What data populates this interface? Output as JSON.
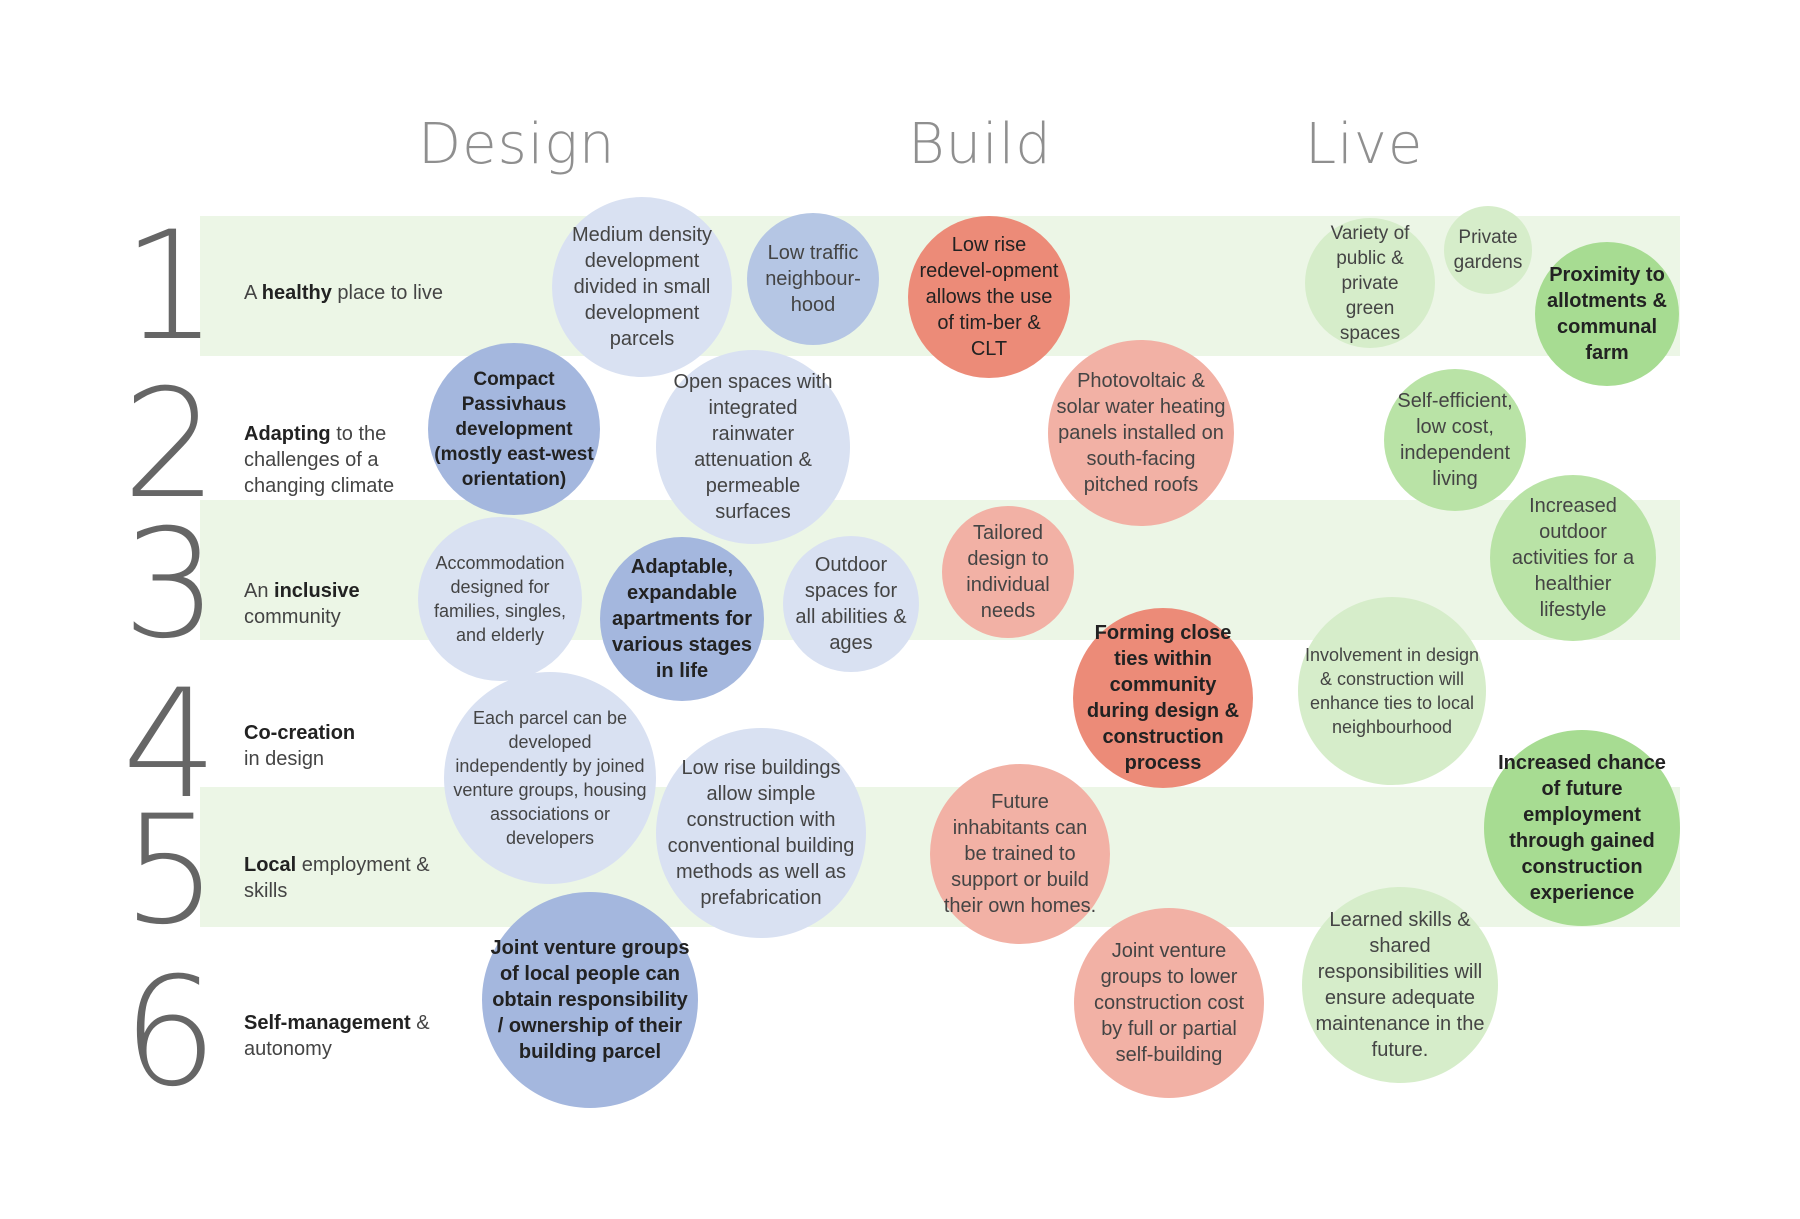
{
  "columns": [
    "Design",
    "Build",
    "Live"
  ],
  "rows": [
    {
      "num": "1",
      "bold": "healthy",
      "pre": "A ",
      "post": " place to live"
    },
    {
      "num": "2",
      "bold": "Adapting",
      "pre": "",
      "post": " to the challenges of  a changing climate"
    },
    {
      "num": "3",
      "bold": "inclusive",
      "pre": "An ",
      "post": " community"
    },
    {
      "num": "4",
      "bold": "Co-creation",
      "pre": "",
      "post": " in design"
    },
    {
      "num": "5",
      "bold": "Local",
      "pre": "",
      "post": " employment & skills"
    },
    {
      "num": "6",
      "bold": "Self-management",
      "pre": "",
      "post": " & autonomy"
    }
  ],
  "bubbles": [
    {
      "text": "Medium density development divided in small development parcels",
      "color": "#d9e1f2",
      "emphasis": false
    },
    {
      "text": "Low traffic neighbour-hood",
      "color": "#b5c6e4",
      "emphasis": false
    },
    {
      "text": "Low rise redevel-opment allows the use of tim-ber & CLT",
      "color": "#ec8b78",
      "emphasis": false
    },
    {
      "text": "Variety of public & private green spaces",
      "color": "#d6edca",
      "emphasis": false
    },
    {
      "text": "Private gardens",
      "color": "#d6edca",
      "emphasis": false
    },
    {
      "text": "Proximity to allotments & communal farm",
      "color": "#a7dc92",
      "emphasis": true
    },
    {
      "text": "Compact Passivhaus development (mostly east-west orientation)",
      "color": "#a4b7de",
      "emphasis": true
    },
    {
      "text": "Open spaces with integrated rainwater attenuation & permeable surfaces",
      "color": "#d9e1f2",
      "emphasis": false
    },
    {
      "text": "Photovoltaic & solar water heating panels installed on south-facing pitched roofs",
      "color": "#f5c6bc",
      "emphasis": false
    },
    {
      "text": "Self-efficient, low cost, independent living",
      "color": "#b9e3a6",
      "emphasis": false
    },
    {
      "text": "Accommodation designed for families, singles, and elderly",
      "color": "#d9e1f2",
      "emphasis": false
    },
    {
      "text": "Adaptable, expandable apartments for various stages in life",
      "color": "#a4b7de",
      "emphasis": true
    },
    {
      "text": "Outdoor spaces for all abilities & ages",
      "color": "#d9e1f2",
      "emphasis": false
    },
    {
      "text": "Tailored design to individual needs",
      "color": "#f5c6bc",
      "emphasis": false
    },
    {
      "text": "Increased outdoor activities for a healthier lifestyle",
      "color": "#b9e3a6",
      "emphasis": false
    },
    {
      "text": "Forming close ties within community during design & construction process",
      "color": "#ec8b78",
      "emphasis": true
    },
    {
      "text": "Involvement in design & construction will enhance ties to local neighbourhood",
      "color": "#d6edca",
      "emphasis": false
    },
    {
      "text": "Each parcel can be developed independently by joined venture groups, housing associations or developers",
      "color": "#d9e1f2",
      "emphasis": false
    },
    {
      "text": "Low rise buildings allow simple construction with conventional building methods as well as prefabrication",
      "color": "#d9e1f2",
      "emphasis": false
    },
    {
      "text": "Future inhabitants can be trained to support or build their own homes.",
      "color": "#f5c6bc",
      "emphasis": false
    },
    {
      "text": "Increased chance of future employment through gained construction experience",
      "color": "#a7dc92",
      "emphasis": true
    },
    {
      "text": "Joint venture groups of local people can obtain responsibility / ownership of their building parcel",
      "color": "#a4b7de",
      "emphasis": true
    },
    {
      "text": "Joint venture groups to lower construction cost by full or partial self-building",
      "color": "#f5c6bc",
      "emphasis": false
    },
    {
      "text": "Learned skills & shared responsibilities will ensure adequate maintenance in the future.",
      "color": "#d6edca",
      "emphasis": false
    }
  ]
}
